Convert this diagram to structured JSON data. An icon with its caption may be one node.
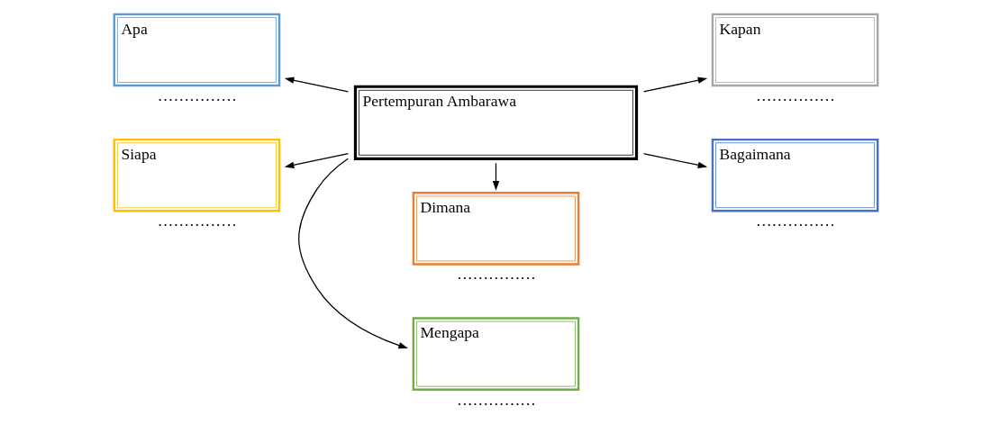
{
  "diagram": {
    "nodes": [
      {
        "text": [
          "Mengapa"
        ],
        "beside": [
          "……………"
        ]
      },
      {
        "text": [
          "Apa"
        ],
        "beside": [
          "……………"
        ]
      },
      {
        "text": [
          "Kapan"
        ],
        "beside": [
          "……………"
        ]
      },
      {
        "text": [
          "Pertempuran Ambarawa"
        ]
      },
      {
        "text": [
          "Siapa"
        ],
        "beside": [
          "……………"
        ]
      },
      {
        "text": [
          "Bagaimana"
        ],
        "beside": [
          "……………"
        ]
      },
      {
        "text": [
          "Dimana"
        ],
        "beside": [
          "……………"
        ]
      }
    ],
    "edges": [
      {
        "from": 3,
        "to": 0,
        "arrow": "to"
      },
      {
        "from": 3,
        "to": 1,
        "arrow": "to"
      },
      {
        "from": 3,
        "to": 2,
        "arrow": "to"
      },
      {
        "from": 3,
        "to": 4,
        "arrow": "to"
      },
      {
        "from": 3,
        "to": 5,
        "arrow": "to"
      },
      {
        "from": 3,
        "to": 6,
        "arrow": "to"
      }
    ]
  }
}
